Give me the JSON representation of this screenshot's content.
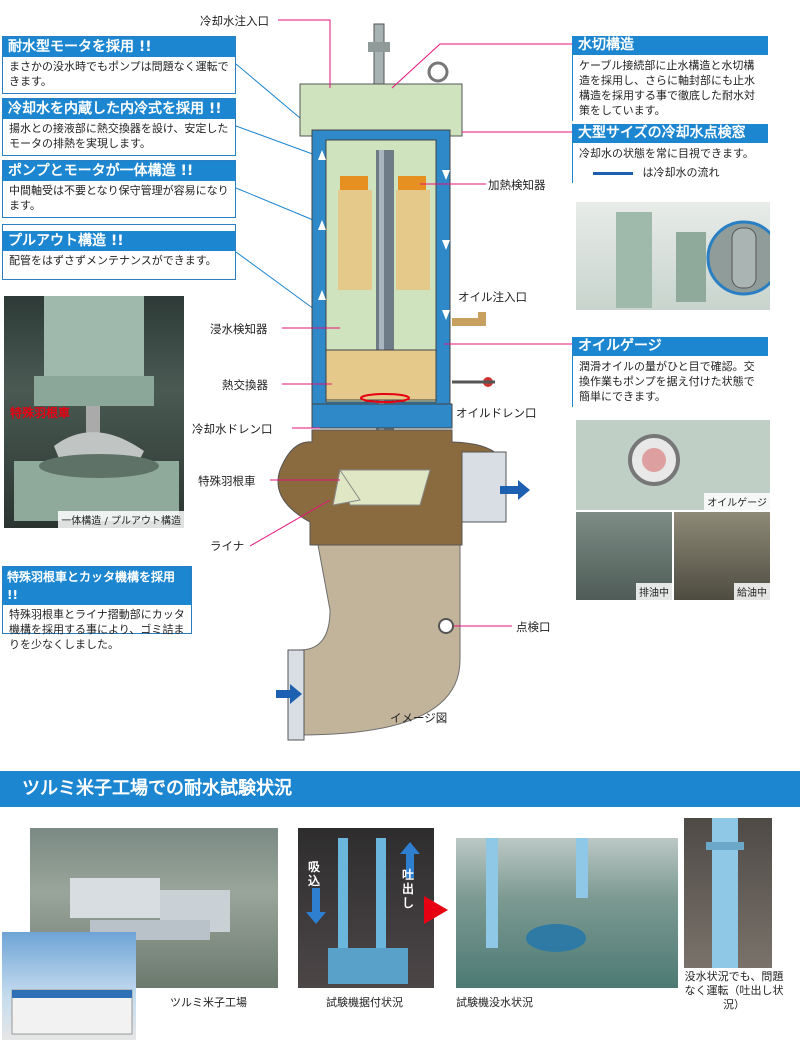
{
  "left_boxes": [
    {
      "title": "耐水型モータを採用 !!",
      "body": "まさかの没水時でもポンプは問題なく運転できます。"
    },
    {
      "title": "冷却水を内蔵した内冷式を採用 !!",
      "body": "揚水との接液部に熱交換器を設け、安定したモータの排熱を実現します。"
    },
    {
      "title": "ポンプとモータが一体構造 !!",
      "body": "中間軸受は不要となり保守管理が容易になります。"
    },
    {
      "title": "プルアウト構造 !!",
      "body": "配管をはずさずメンテナンスができます。"
    }
  ],
  "left_photo": {
    "red_label": "特殊羽根車",
    "caption": "一体構造 / プルアウト構造"
  },
  "impeller_box": {
    "title": "特殊羽根車とカッタ機構を採用 !!",
    "body": "特殊羽根車とライナ摺動部にカッタ機構を採用する事により、ゴミ詰まりを少なくしました。"
  },
  "right_boxes": [
    {
      "title": "水切構造",
      "body": "ケーブル接続部に止水構造と水切構造を採用し、さらに軸封部にも止水構造を採用する事で徹底した耐水対策をしています。"
    },
    {
      "title": "大型サイズの冷却水点検窓",
      "body": "冷却水の状態を常に目視できます。",
      "legend": "は冷却水の流れ"
    },
    {
      "title": "オイルゲージ",
      "body": "潤滑オイルの量がひと目で確認。交換作業もポンプを据え付けた状態で簡単にできます。"
    }
  ],
  "right_photos": {
    "gauge_tag": "オイルゲージ",
    "drain_tag": "排油中",
    "fill_tag": "給油中"
  },
  "diagram_labels": {
    "coolant_inlet": "冷却水注入口",
    "heat_detector": "加熱検知器",
    "oil_inlet": "オイル注入口",
    "immersion_detector": "浸水検知器",
    "heat_exchanger": "熱交換器",
    "oil_drain": "オイルドレン口",
    "coolant_drain": "冷却水ドレン口",
    "impeller": "特殊羽根車",
    "liner": "ライナ",
    "inspection_port": "点検口",
    "image_note": "イメージ図"
  },
  "section": {
    "title": "ツルミ米子工場での耐水試験状況",
    "captions": [
      "ツルミ米子工場",
      "試験機据付状況",
      "試験機没水状況"
    ],
    "intake": "吸込",
    "discharge": "吐出し",
    "note": "没水状況でも、問題なく運転（吐出し状況）"
  },
  "colors": {
    "accent": "#1d86d0",
    "arrow": "#1d5fb0",
    "leader": "#e6137a",
    "red": "#e60012"
  }
}
